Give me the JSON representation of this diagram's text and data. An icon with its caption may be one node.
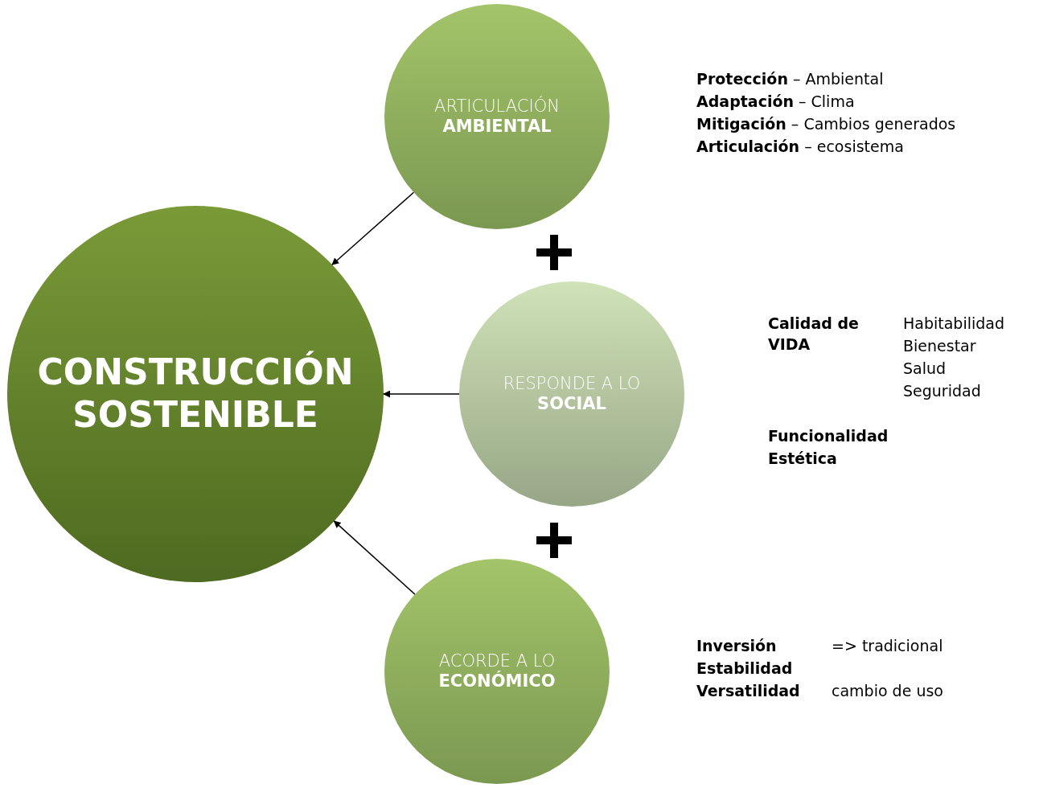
{
  "diagram": {
    "nodes": [
      {
        "text": [
          "CONSTRUCCIÓN SOSTENIBLE"
        ]
      },
      {
        "text": [
          "ARTICULACIÓN **AMBIENTAL**"
        ]
      },
      {
        "text": [
          "RESPONDE A LO **SOCIAL**"
        ]
      },
      {
        "text": [
          "ACORDE A LO **ECONÓMICO**"
        ]
      }
    ],
    "edges": [
      {
        "from": 1,
        "to": 0,
        "arrow": "to"
      },
      {
        "from": 2,
        "to": 0,
        "arrow": "to"
      },
      {
        "from": 3,
        "to": 0,
        "arrow": "to"
      }
    ],
    "labels": [
      "**Protección** – Ambiental",
      "**Adaptación** – Clima",
      "**Mitigación** – Cambios generados",
      "**Articulación** – ecosistema",
      "Calidad de VIDA",
      "Habitabilidad",
      "Bienestar",
      "Salud",
      "Seguridad",
      "Funcionalidad",
      "Estética",
      "Inversión",
      "=> tradicional",
      "Estabilidad",
      "Versatilidad",
      "cambio de uso"
    ]
  }
}
